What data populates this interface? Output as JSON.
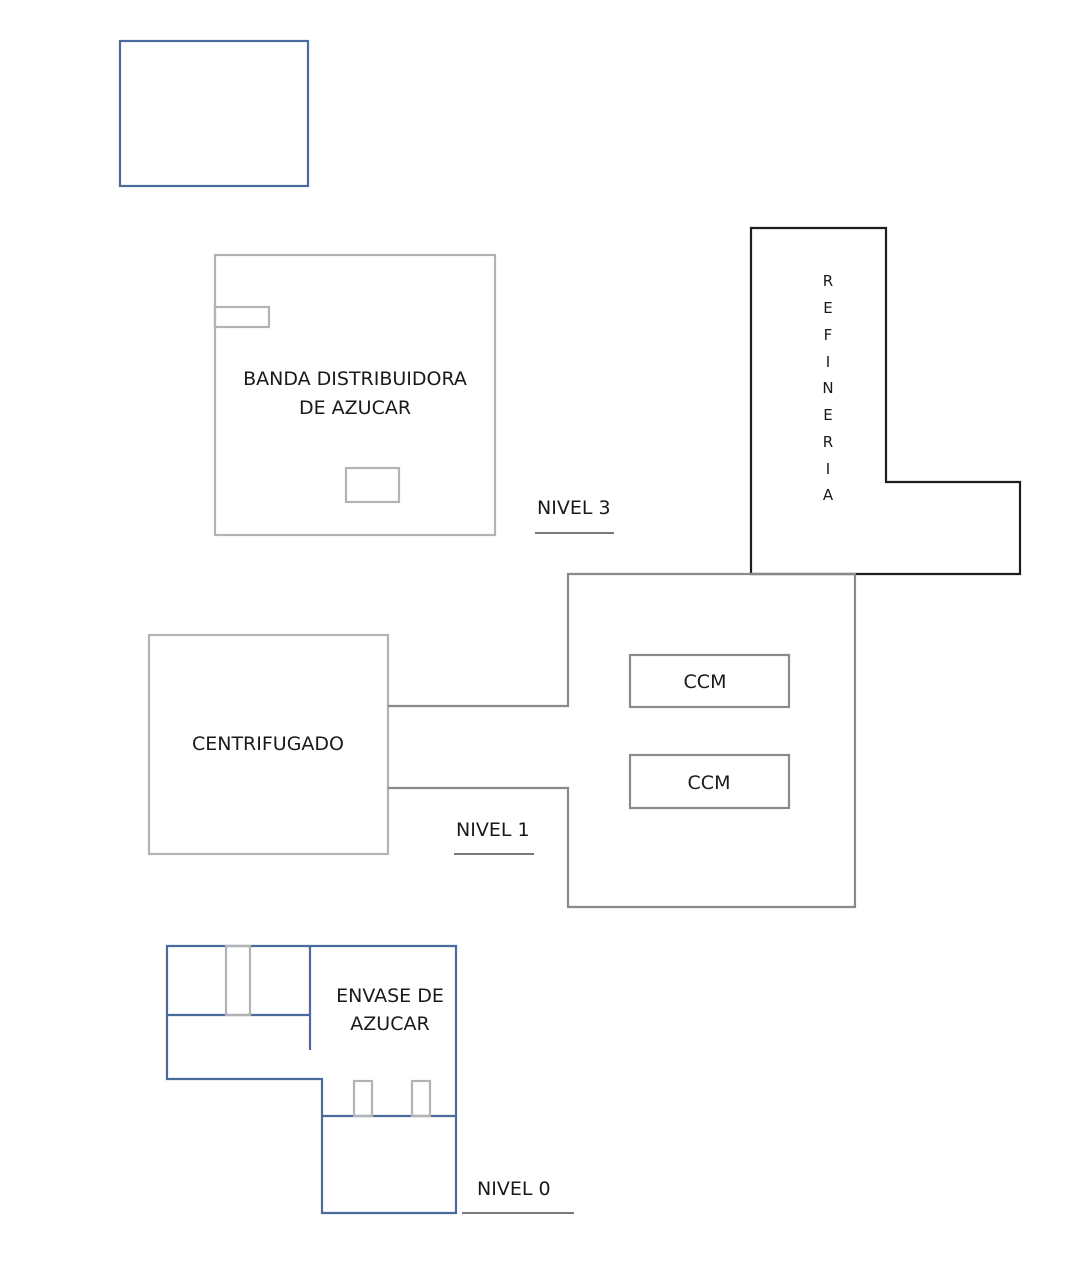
{
  "areas": {
    "banda": {
      "line1": "BANDA DISTRIBUIDORA",
      "line2": "DE AZUCAR"
    },
    "refineria": {
      "letters": [
        "R",
        "E",
        "F",
        "I",
        "N",
        "E",
        "R",
        "I",
        "A"
      ]
    },
    "centrifugado": {
      "label": "CENTRIFUGADO"
    },
    "ccm_top": {
      "label": "CCM"
    },
    "ccm_bottom": {
      "label": "CCM"
    },
    "envase": {
      "line1": "ENVASE DE",
      "line2": "AZUCAR"
    }
  },
  "levels": {
    "nivel3": "NIVEL 3",
    "nivel1": "NIVEL 1",
    "nivel0": "NIVEL 0"
  },
  "colors": {
    "blue_outline": "#4a6b9c",
    "gray_outline": "#b3b3b3",
    "black_outline": "#1e1e1e"
  }
}
